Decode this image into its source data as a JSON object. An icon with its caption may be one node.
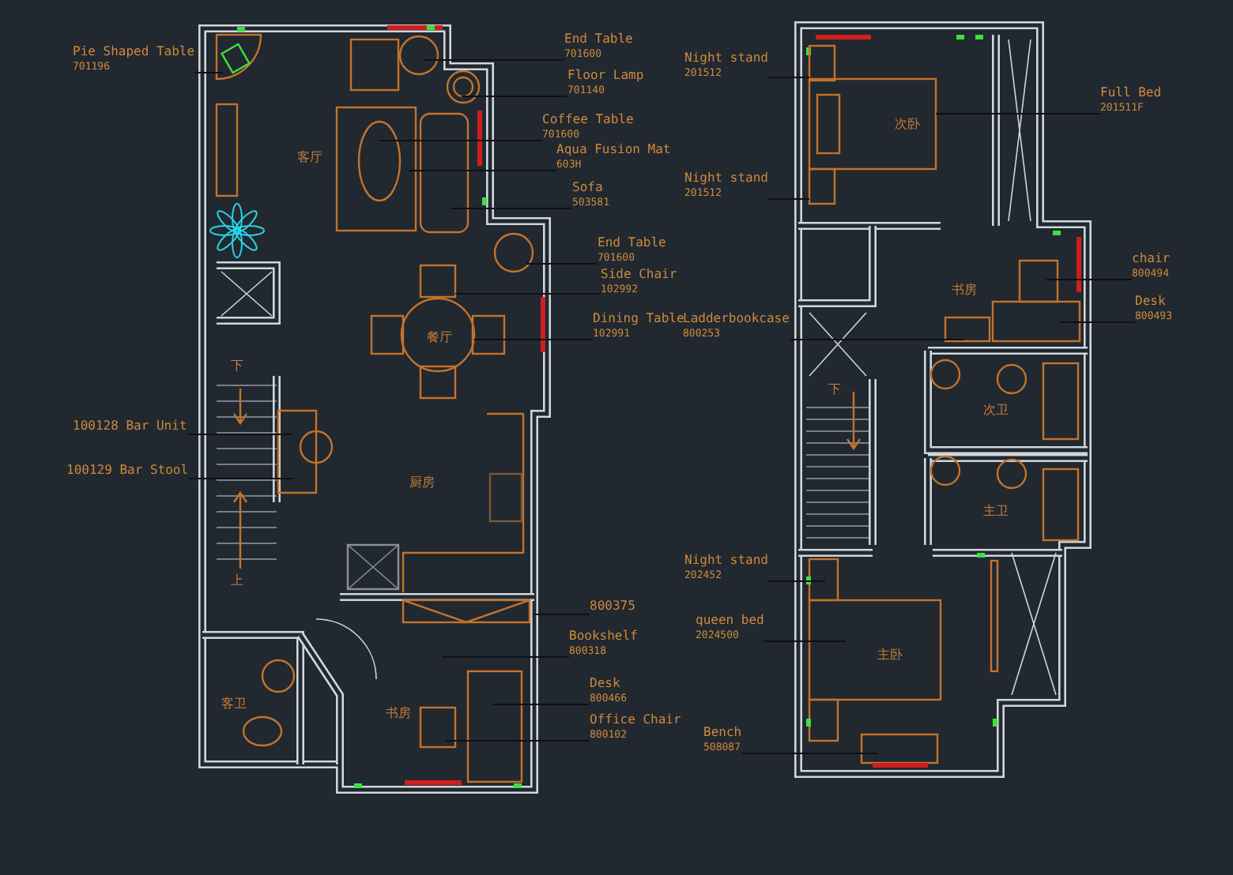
{
  "diagram": {
    "nodes": [
      {
        "text": [
          "Pie Shaped Table",
          "701196"
        ]
      },
      {
        "text": [
          "End Table",
          "701600"
        ]
      },
      {
        "text": [
          "Floor Lamp",
          "701140"
        ]
      },
      {
        "text": [
          "Coffee Table",
          "701600"
        ]
      },
      {
        "text": [
          "Aqua Fusion Mat",
          "603H"
        ]
      },
      {
        "text": [
          "Sofa",
          "503581"
        ]
      },
      {
        "text": [
          "End Table",
          "701600"
        ]
      },
      {
        "text": [
          "Side Chair",
          "102992"
        ]
      },
      {
        "text": [
          "Dining Table",
          "102991"
        ]
      },
      {
        "text": [
          "100128 Bar Unit"
        ]
      },
      {
        "text": [
          "100129 Bar Stool"
        ]
      },
      {
        "text": [
          "800375"
        ]
      },
      {
        "text": [
          "Bookshelf",
          "800318"
        ]
      },
      {
        "text": [
          "Desk",
          "800466"
        ]
      },
      {
        "text": [
          "Office Chair",
          "800102"
        ]
      },
      {
        "text": [
          "Night stand",
          "201512"
        ]
      },
      {
        "text": [
          "Full Bed",
          "201511F"
        ]
      },
      {
        "text": [
          "Night stand",
          "201512"
        ]
      },
      {
        "text": [
          "chair",
          "800494"
        ]
      },
      {
        "text": [
          "Desk",
          "800493"
        ]
      },
      {
        "text": [
          "Ladderbookcase",
          "800253"
        ]
      },
      {
        "text": [
          "Night stand",
          "202452"
        ]
      },
      {
        "text": [
          "queen bed",
          "2024500"
        ]
      },
      {
        "text": [
          "Bench",
          "508087"
        ]
      },
      {
        "text": [],
        "shape": "box"
      },
      {
        "text": [],
        "shape": "circle"
      },
      {
        "text": [],
        "shape": "box"
      },
      {
        "text": [],
        "shape": "box"
      },
      {
        "text": [],
        "shape": "box"
      }
    ],
    "edges": [
      {
        "from": 0,
        "to": null,
        "arrow": "none"
      },
      {
        "from": 1,
        "to": null,
        "arrow": "none"
      },
      {
        "from": 2,
        "to": null,
        "arrow": "none"
      },
      {
        "from": 3,
        "to": null,
        "arrow": "none"
      },
      {
        "from": 4,
        "to": null,
        "arrow": "none"
      },
      {
        "from": 5,
        "to": null,
        "arrow": "none"
      },
      {
        "from": 6,
        "to": null,
        "arrow": "none"
      },
      {
        "from": 7,
        "to": 24,
        "arrow": "none"
      },
      {
        "from": 8,
        "to": 25,
        "arrow": "none"
      },
      {
        "from": 9,
        "to": null,
        "arrow": "none"
      },
      {
        "from": 10,
        "to": null,
        "arrow": "none"
      },
      {
        "from": 11,
        "to": null,
        "arrow": "none"
      },
      {
        "from": 12,
        "to": null,
        "arrow": "none"
      },
      {
        "from": 13,
        "to": null,
        "arrow": "none"
      },
      {
        "from": 14,
        "to": null,
        "arrow": "none"
      },
      {
        "from": 15,
        "to": 26,
        "arrow": "none"
      },
      {
        "from": 16,
        "to": 27,
        "arrow": "none"
      },
      {
        "from": 17,
        "to": 28,
        "arrow": "none"
      },
      {
        "from": 18,
        "to": null,
        "arrow": "none"
      },
      {
        "from": 19,
        "to": null,
        "arrow": "none"
      },
      {
        "from": 20,
        "to": null,
        "arrow": "none"
      },
      {
        "from": 21,
        "to": null,
        "arrow": "none"
      },
      {
        "from": 22,
        "to": null,
        "arrow": "none"
      },
      {
        "from": 23,
        "to": null,
        "arrow": "none"
      }
    ],
    "labels": [
      "客厅",
      "餐厅",
      "下",
      "厨房",
      "上",
      "客卫",
      "书房",
      "次卧",
      "书房",
      "下",
      "次卫",
      "主卫",
      "主卧"
    ]
  }
}
